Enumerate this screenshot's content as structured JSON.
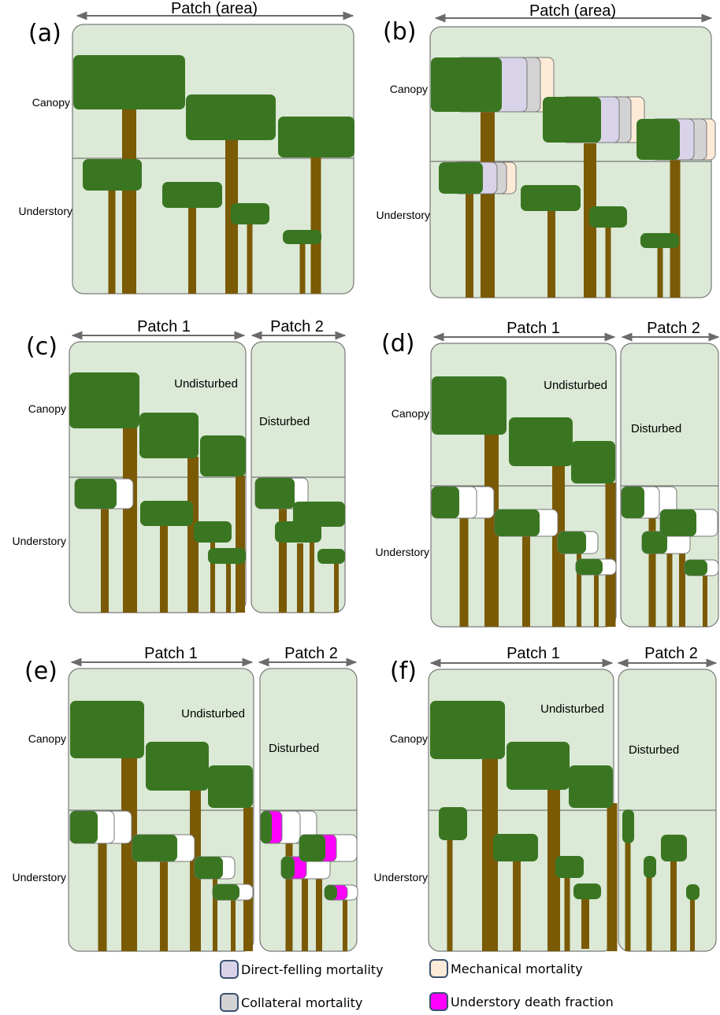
{
  "colors": {
    "background": "#dbe9d6",
    "border": "#7a7a7a",
    "crown": "#3a7622",
    "trunk": "#7a5a05",
    "direct_felling": "#d9d3ea",
    "collateral": "#d3d3d3",
    "mechanical": "#fdebd8",
    "understory_death": "#ff00ff",
    "killed_understory": "#ffffff"
  },
  "labels": {
    "canopy": "Canopy",
    "understory": "Understory",
    "undisturbed": "Undisturbed",
    "disturbed": "Disturbed"
  },
  "panels": [
    {
      "id": "a",
      "label": "(a)",
      "patches": [
        "Patch (area)"
      ]
    },
    {
      "id": "b",
      "label": "(b)",
      "patches": [
        "Patch (area)"
      ]
    },
    {
      "id": "c",
      "label": "(c)",
      "patches": [
        "Patch 1",
        "Patch 2"
      ]
    },
    {
      "id": "d",
      "label": "(d)",
      "patches": [
        "Patch 1",
        "Patch 2"
      ]
    },
    {
      "id": "e",
      "label": "(e)",
      "patches": [
        "Patch 1",
        "Patch 2"
      ]
    },
    {
      "id": "f",
      "label": "(f)",
      "patches": [
        "Patch 1",
        "Patch 2"
      ]
    }
  ],
  "legend": [
    {
      "label": "Direct-felling mortality",
      "color_key": "direct_felling"
    },
    {
      "label": "Mechanical mortality",
      "color_key": "mechanical"
    },
    {
      "label": "Collateral mortality",
      "color_key": "collateral"
    },
    {
      "label": "Understory death fraction",
      "color_key": "understory_death"
    }
  ]
}
